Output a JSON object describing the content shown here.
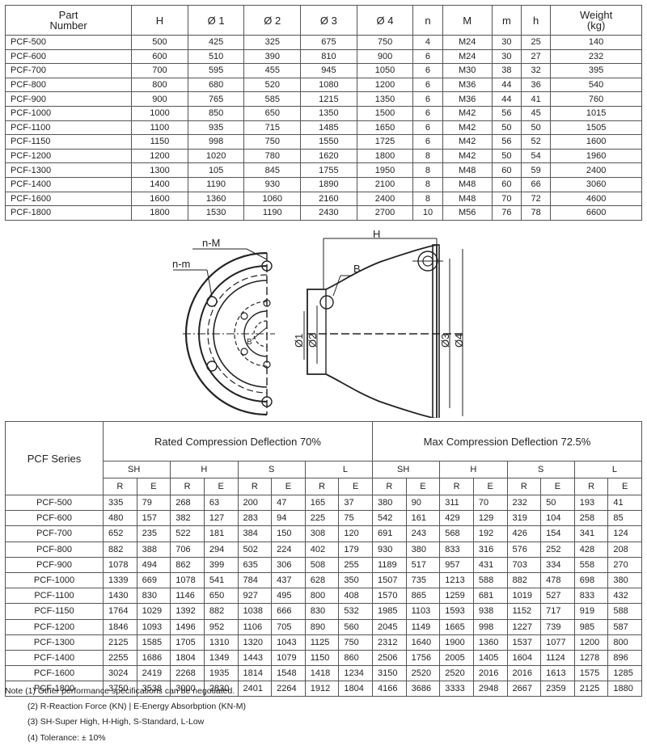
{
  "dims": {
    "headers": [
      "Part Number",
      "H",
      "Ø 1",
      "Ø 2",
      "Ø 3",
      "Ø 4",
      "n",
      "M",
      "m",
      "h",
      "Weight (kg)"
    ],
    "rows": [
      [
        "PCF-500",
        "500",
        "425",
        "325",
        "675",
        "750",
        "4",
        "M24",
        "30",
        "25",
        "140"
      ],
      [
        "PCF-600",
        "600",
        "510",
        "390",
        "810",
        "900",
        "6",
        "M24",
        "30",
        "27",
        "232"
      ],
      [
        "PCF-700",
        "700",
        "595",
        "455",
        "945",
        "1050",
        "6",
        "M30",
        "38",
        "32",
        "395"
      ],
      [
        "PCF-800",
        "800",
        "680",
        "520",
        "1080",
        "1200",
        "6",
        "M36",
        "44",
        "36",
        "540"
      ],
      [
        "PCF-900",
        "900",
        "765",
        "585",
        "1215",
        "1350",
        "6",
        "M36",
        "44",
        "41",
        "760"
      ],
      [
        "PCF-1000",
        "1000",
        "850",
        "650",
        "1350",
        "1500",
        "6",
        "M42",
        "56",
        "45",
        "1015"
      ],
      [
        "PCF-1100",
        "1100",
        "935",
        "715",
        "1485",
        "1650",
        "6",
        "M42",
        "50",
        "50",
        "1505"
      ],
      [
        "PCF-1150",
        "1150",
        "998",
        "750",
        "1550",
        "1725",
        "6",
        "M42",
        "56",
        "52",
        "1600"
      ],
      [
        "PCF-1200",
        "1200",
        "1020",
        "780",
        "1620",
        "1800",
        "8",
        "M42",
        "50",
        "54",
        "1960"
      ],
      [
        "PCF-1300",
        "1300",
        "105",
        "845",
        "1755",
        "1950",
        "8",
        "M48",
        "60",
        "59",
        "2400"
      ],
      [
        "PCF-1400",
        "1400",
        "1190",
        "930",
        "1890",
        "2100",
        "8",
        "M48",
        "60",
        "66",
        "3060"
      ],
      [
        "PCF-1600",
        "1600",
        "1360",
        "1060",
        "2160",
        "2400",
        "8",
        "M48",
        "70",
        "72",
        "4600"
      ],
      [
        "PCF-1800",
        "1800",
        "1530",
        "1190",
        "2430",
        "2700",
        "10",
        "M56",
        "76",
        "78",
        "6600"
      ]
    ]
  },
  "drawing": {
    "label_nM": "n-M",
    "label_nm": "n-m",
    "label_B": "B",
    "label_B_small": "B",
    "label_H": "H",
    "label_d1": "Ø1",
    "label_d2": "Ø2",
    "label_d3": "Ø3",
    "label_d4": "Ø4"
  },
  "perf": {
    "series_header": "PCF Series",
    "group_rated": "Rated Compression Deflection 70%",
    "group_max": "Max Compression Deflection 72.5%",
    "types": [
      "SH",
      "H",
      "S",
      "L",
      "SH",
      "H",
      "S",
      "L"
    ],
    "re": [
      "R",
      "E"
    ],
    "rows": [
      [
        "PCF-500",
        "335",
        "79",
        "268",
        "63",
        "200",
        "47",
        "165",
        "37",
        "380",
        "90",
        "311",
        "70",
        "232",
        "50",
        "193",
        "41"
      ],
      [
        "PCF-600",
        "480",
        "157",
        "382",
        "127",
        "283",
        "94",
        "225",
        "75",
        "542",
        "161",
        "429",
        "129",
        "319",
        "104",
        "258",
        "85"
      ],
      [
        "PCF-700",
        "652",
        "235",
        "522",
        "181",
        "384",
        "150",
        "308",
        "120",
        "691",
        "243",
        "568",
        "192",
        "426",
        "154",
        "341",
        "124"
      ],
      [
        "PCF-800",
        "882",
        "388",
        "706",
        "294",
        "502",
        "224",
        "402",
        "179",
        "930",
        "380",
        "833",
        "316",
        "576",
        "252",
        "428",
        "208"
      ],
      [
        "PCF-900",
        "1078",
        "494",
        "862",
        "399",
        "635",
        "306",
        "508",
        "255",
        "1189",
        "517",
        "957",
        "431",
        "703",
        "334",
        "558",
        "270"
      ],
      [
        "PCF-1000",
        "1339",
        "669",
        "1078",
        "541",
        "784",
        "437",
        "628",
        "350",
        "1507",
        "735",
        "1213",
        "588",
        "882",
        "478",
        "698",
        "380"
      ],
      [
        "PCF-1100",
        "1430",
        "830",
        "1146",
        "650",
        "927",
        "495",
        "800",
        "408",
        "1570",
        "865",
        "1259",
        "681",
        "1019",
        "527",
        "833",
        "432"
      ],
      [
        "PCF-1150",
        "1764",
        "1029",
        "1392",
        "882",
        "1038",
        "666",
        "830",
        "532",
        "1985",
        "1103",
        "1593",
        "938",
        "1152",
        "717",
        "919",
        "588"
      ],
      [
        "PCF-1200",
        "1846",
        "1093",
        "1496",
        "952",
        "1106",
        "705",
        "890",
        "560",
        "2045",
        "1149",
        "1665",
        "998",
        "1227",
        "739",
        "985",
        "587"
      ],
      [
        "PCF-1300",
        "2125",
        "1585",
        "1705",
        "1310",
        "1320",
        "1043",
        "1125",
        "750",
        "2312",
        "1640",
        "1900",
        "1360",
        "1537",
        "1077",
        "1200",
        "800"
      ],
      [
        "PCF-1400",
        "2255",
        "1686",
        "1804",
        "1349",
        "1443",
        "1079",
        "1150",
        "860",
        "2506",
        "1756",
        "2005",
        "1405",
        "1604",
        "1124",
        "1278",
        "896"
      ],
      [
        "PCF-1600",
        "3024",
        "2419",
        "2268",
        "1935",
        "1814",
        "1548",
        "1418",
        "1234",
        "3150",
        "2520",
        "2520",
        "2016",
        "2016",
        "1613",
        "1575",
        "1285"
      ],
      [
        "PCF-1800",
        "3750",
        "3538",
        "3000",
        "2830",
        "2401",
        "2264",
        "1912",
        "1804",
        "4166",
        "3686",
        "3333",
        "2948",
        "2667",
        "2359",
        "2125",
        "1880"
      ]
    ]
  },
  "notes": [
    "Note (1) Other performance specifications can be negotiated.",
    "(2) R-Reaction Force (KN) | E-Energy Absorbption (KN-M)",
    "(3) SH-Super High, H-High, S-Standard, L-Low",
    "(4) Tolerance: ± 10%"
  ]
}
